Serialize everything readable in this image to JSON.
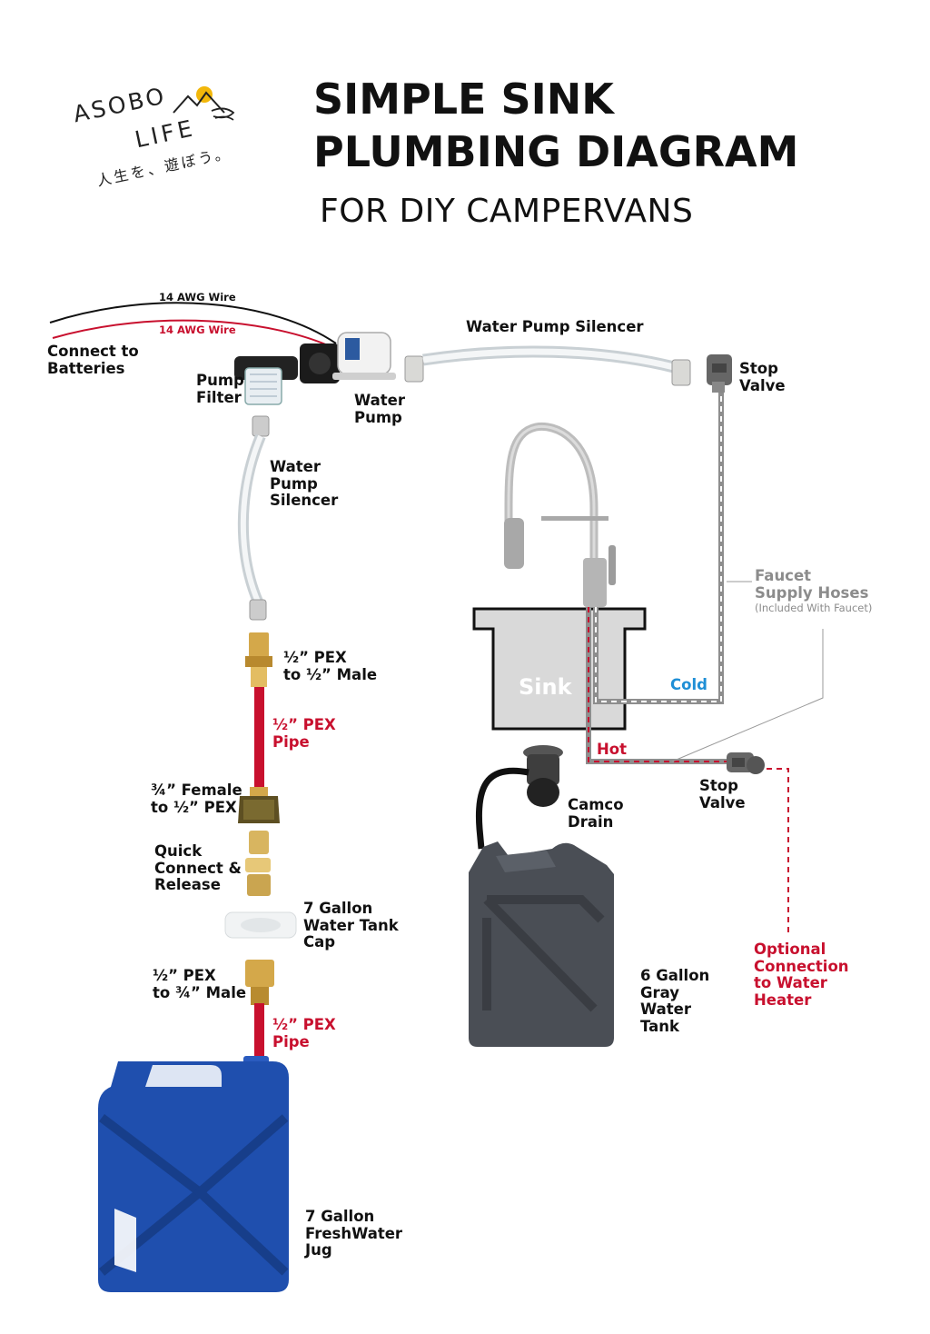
{
  "logo": {
    "line1": "ASOBO",
    "line2": "LIFE",
    "tagline": "人生を、遊ぼう。"
  },
  "header": {
    "title_line1": "SIMPLE SINK",
    "title_line2": "PLUMBING DIAGRAM",
    "subtitle": "FOR DIY CAMPERVANS"
  },
  "wires": {
    "black": "14 AWG Wire",
    "red": "14 AWG Wire",
    "connect": "Connect to\nBatteries"
  },
  "labels": {
    "pump_filter": "Pump\nFilter",
    "water_pump": "Water\nPump",
    "silencer_top": "Water Pump Silencer",
    "stop_valve_top": "Stop\nValve",
    "silencer_left": "Water\nPump\nSilencer",
    "pex_half_male": "½” PEX\nto ½” Male",
    "pex_pipe_1": "½” PEX\nPipe",
    "female_adapter": "¾” Female\nto ½” PEX",
    "quick_connect": "Quick\nConnect &\nRelease",
    "tank_cap": "7 Gallon\nWater Tank\nCap",
    "pex_three_quarter_male": "½” PEX\nto ¾” Male",
    "pex_pipe_2": "½” PEX\nPipe",
    "fresh_jug": "7 Gallon\nFreshWater\nJug",
    "faucet_hoses": "Faucet\nSupply Hoses",
    "faucet_hoses_note": "(Included With Faucet)",
    "sink": "Sink",
    "cold": "Cold",
    "hot": "Hot",
    "stop_valve_bottom": "Stop\nValve",
    "camco_drain": "Camco\nDrain",
    "gray_tank": "6 Gallon\nGray\nWater\nTank",
    "water_heater": "Optional\nConnection\nto Water\nHeater"
  },
  "colors": {
    "pex_red": "#c8102e",
    "cold_blue": "#1f8fd6",
    "fresh_jug_blue": "#1f4fae",
    "gray_tank": "#4a4e55",
    "brass": "#d4a84a",
    "chrome": "#b8b8b8"
  }
}
